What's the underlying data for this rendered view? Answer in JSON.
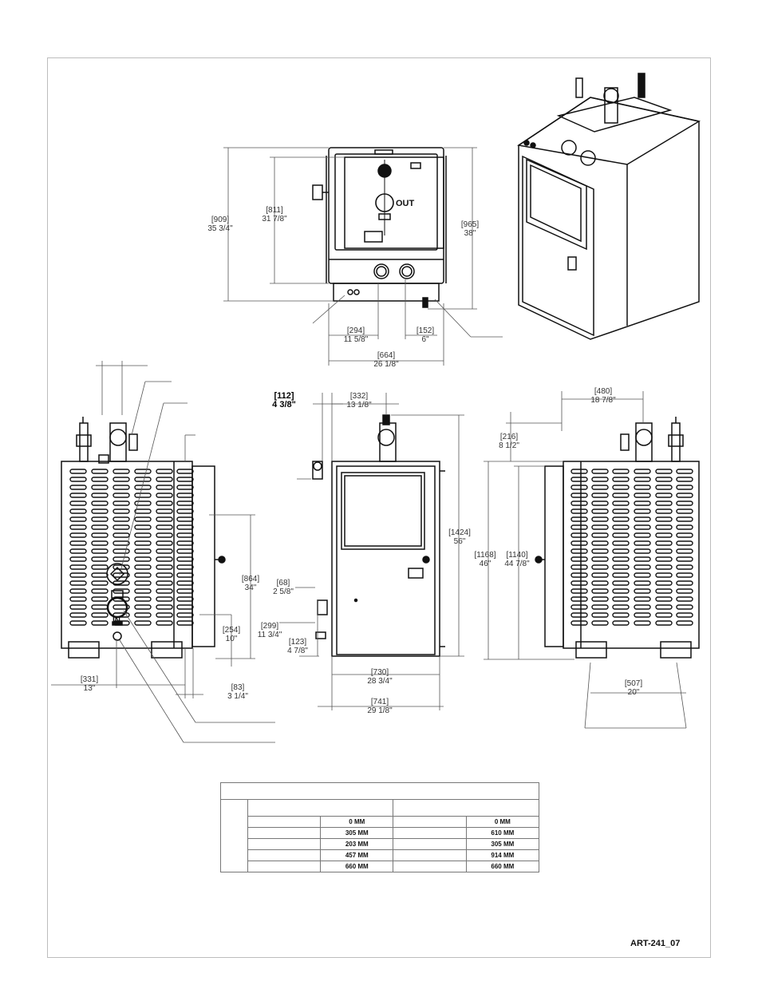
{
  "drawing_id": "ART-241_07",
  "labels": {
    "out": "OUT",
    "in": "IN"
  },
  "top_view_dims": {
    "h909_mm": "[909]",
    "h909_in": "35 3/4\"",
    "h811_mm": "[811]",
    "h811_in": "31 7/8\"",
    "h965_mm": "[965]",
    "h965_in": "38\"",
    "w294_mm": "[294]",
    "w294_in": "11 5/8\"",
    "w152_mm": "[152]",
    "w152_in": "6\"",
    "w664_mm": "[664]",
    "w664_in": "26 1/8\""
  },
  "left_view_dims": {
    "h864_mm": "[864]",
    "h864_in": "34\"",
    "h254_mm": "[254]",
    "h254_in": "10\"",
    "w331_mm": "[331]",
    "w331_in": "13\"",
    "w83_mm": "[83]",
    "w83_in": "3 1/4\""
  },
  "front_view_dims": {
    "w112_mm": "[112]",
    "w112_in": "4 3/8\"",
    "w332_mm": "[332]",
    "w332_in": "13 1/8\"",
    "h1424_mm": "[1424]",
    "h1424_in": "56\"",
    "h68_mm": "[68]",
    "h68_in": "2 5/8\"",
    "h299_mm": "[299]",
    "h299_in": "11 3/4\"",
    "h123_mm": "[123]",
    "h123_in": "4 7/8\"",
    "w730_mm": "[730]",
    "w730_in": "28 3/4\"",
    "w741_mm": "[741]",
    "w741_in": "29 1/8\""
  },
  "right_view_dims": {
    "w480_mm": "[480]",
    "w480_in": "18 7/8\"",
    "h216_mm": "[216]",
    "h216_in": "8 1/2\"",
    "h1168_mm": "[1168]",
    "h1168_in": "46\"",
    "h1140_mm": "[1140]",
    "h1140_in": "44 7/8\"",
    "w507_mm": "[507]",
    "w507_in": "20\""
  },
  "clearance_table": {
    "rows": [
      [
        "0 MM",
        "0 MM"
      ],
      [
        "305 MM",
        "610 MM"
      ],
      [
        "203 MM",
        "305 MM"
      ],
      [
        "457 MM",
        "914 MM"
      ],
      [
        "660 MM",
        "660 MM"
      ]
    ]
  }
}
